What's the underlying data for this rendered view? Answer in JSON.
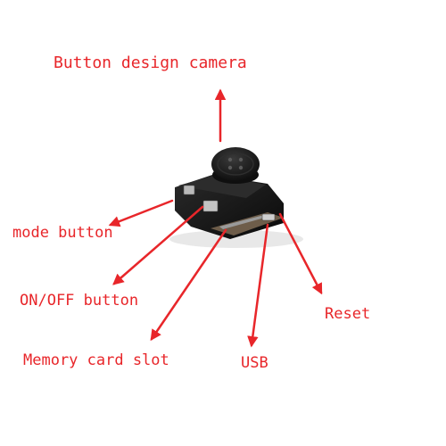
{
  "labels": {
    "title": "Button design camera",
    "mode": "mode button",
    "onoff": "ON/OFF button",
    "memory": "Memory card slot",
    "usb": "USB",
    "reset": "Reset"
  },
  "colors": {
    "label": "#e8262a",
    "arrow": "#e8262a",
    "camera_body": "#141414",
    "background": "#ffffff"
  }
}
